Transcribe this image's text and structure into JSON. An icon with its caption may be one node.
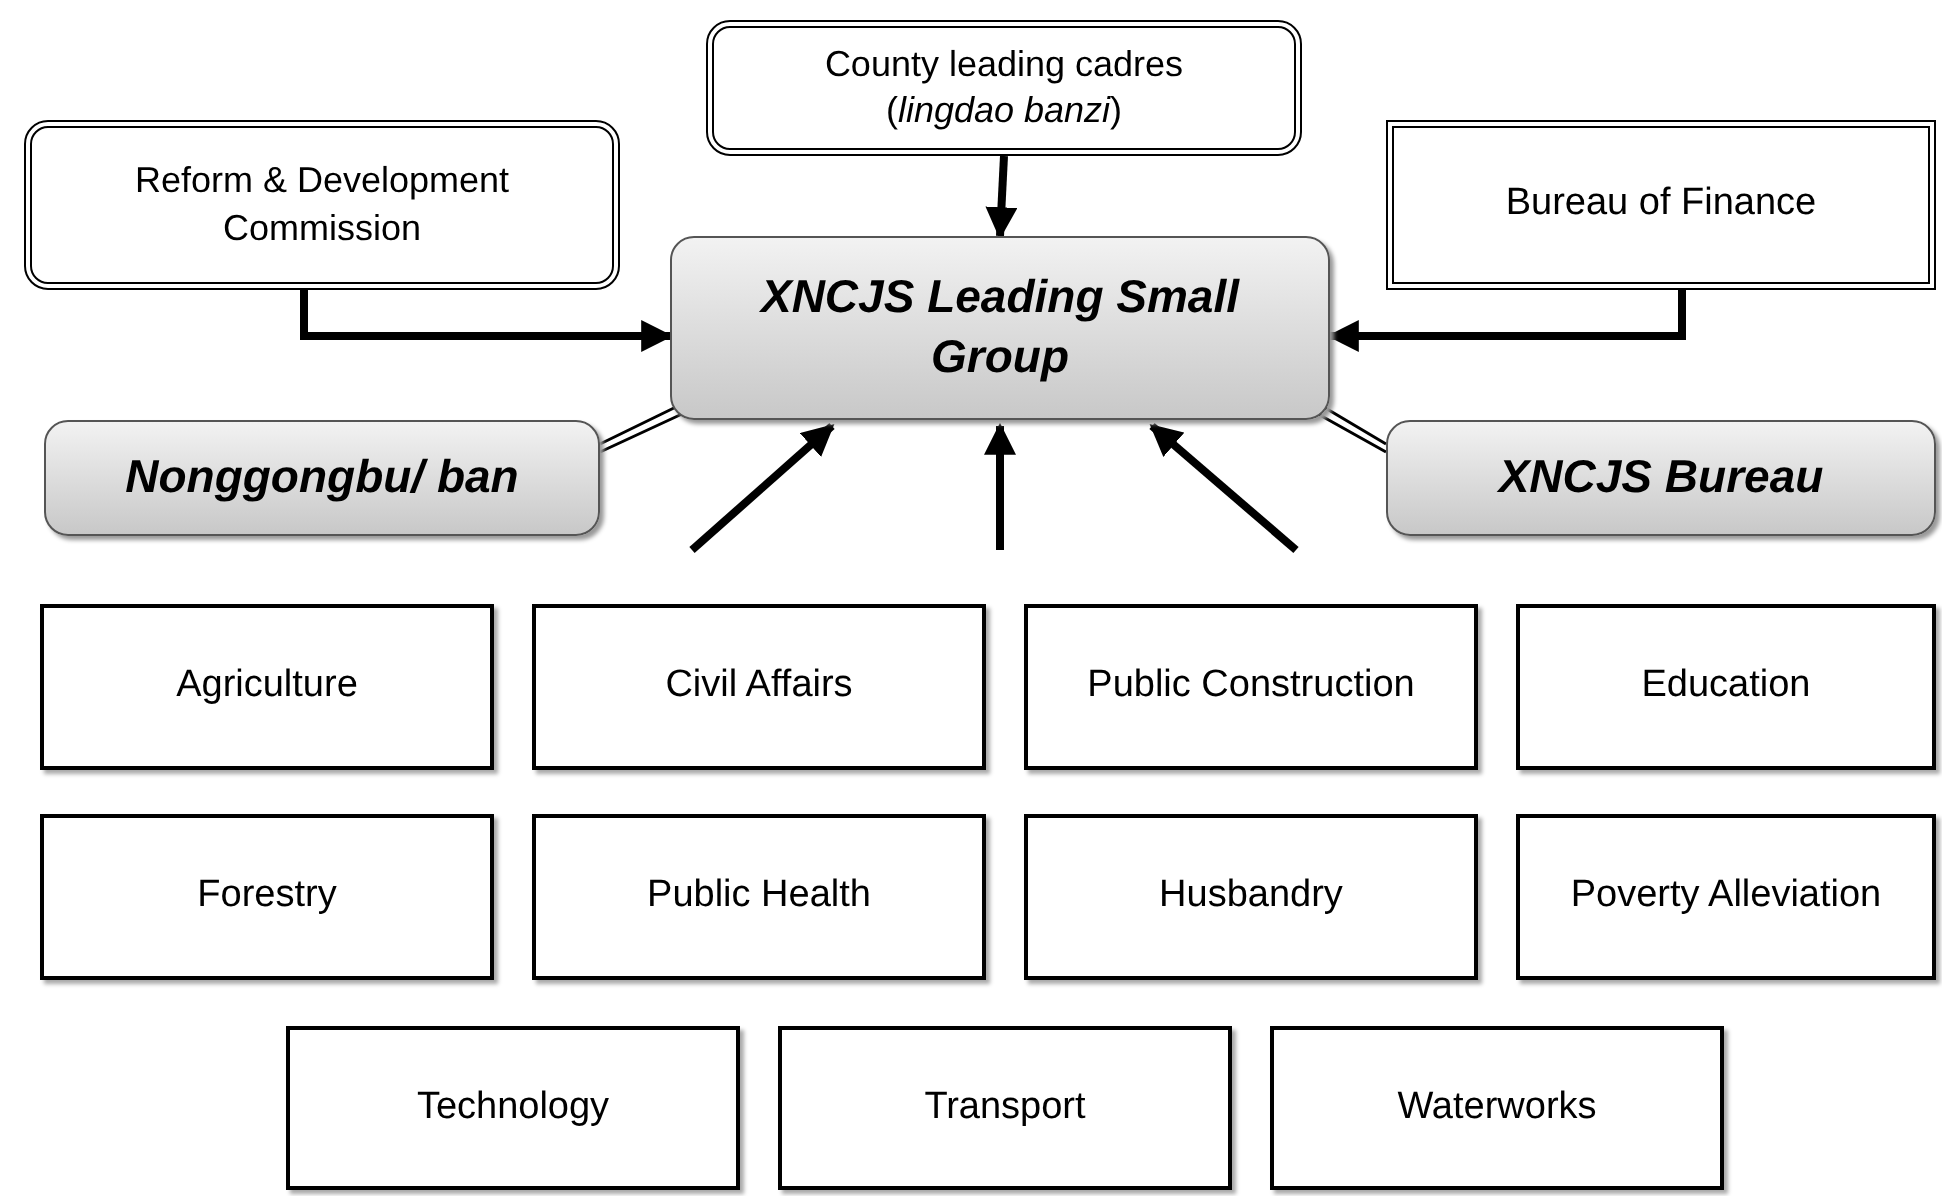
{
  "diagram": {
    "nodes": [
      {
        "text": [
          "County leading cadres (*lingdao banzi*)"
        ]
      },
      {
        "text": [
          "Reform & Development Commission"
        ]
      },
      {
        "text": [
          "Bureau of Finance"
        ]
      },
      {
        "text": [
          "XNCJS Leading Small Group"
        ]
      },
      {
        "text": [
          "Nonggongbu/ ban"
        ]
      },
      {
        "text": [
          "XNCJS Bureau"
        ]
      },
      {
        "text": [
          "Agriculture"
        ]
      },
      {
        "text": [
          "Civil Affairs"
        ]
      },
      {
        "text": [
          "Public Construction"
        ]
      },
      {
        "text": [
          "Education"
        ]
      },
      {
        "text": [
          "Forestry"
        ]
      },
      {
        "text": [
          "Public Health"
        ]
      },
      {
        "text": [
          "Husbandry"
        ]
      },
      {
        "text": [
          "Poverty Alleviation"
        ]
      },
      {
        "text": [
          "Technology"
        ]
      },
      {
        "text": [
          "Transport"
        ]
      },
      {
        "text": [
          "Waterworks"
        ]
      }
    ],
    "edges": [
      {
        "from": 0,
        "to": 3,
        "arrow": "to"
      },
      {
        "from": 1,
        "to": 3,
        "arrow": "to"
      },
      {
        "from": 2,
        "to": 3,
        "arrow": "to"
      },
      {
        "from": 4,
        "to": 3,
        "arrow": "none"
      },
      {
        "from": 5,
        "to": 3,
        "arrow": "none"
      },
      {
        "from": null,
        "to": 3,
        "arrow": "to"
      },
      {
        "from": null,
        "to": 3,
        "arrow": "to"
      },
      {
        "from": null,
        "to": 3,
        "arrow": "to"
      }
    ]
  }
}
